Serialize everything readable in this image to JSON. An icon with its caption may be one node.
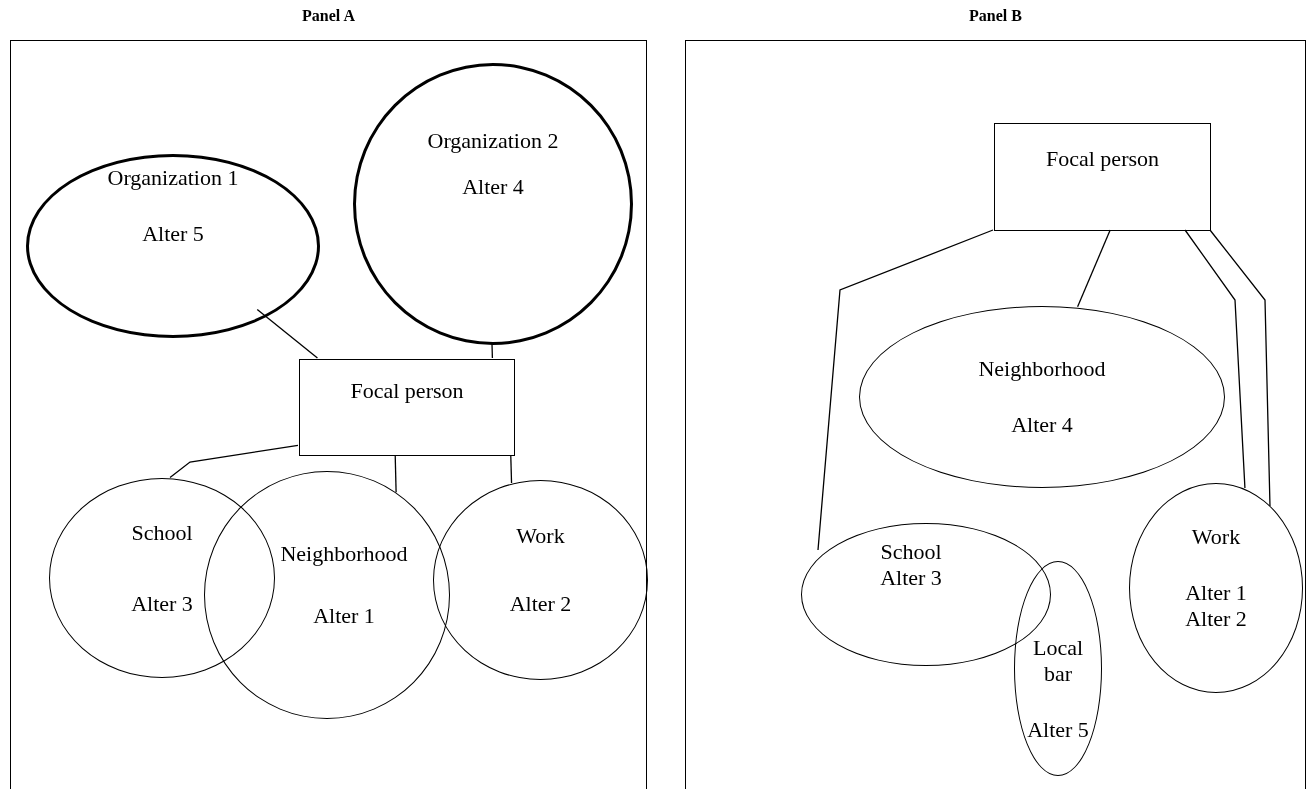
{
  "diagram": {
    "nodes": [
      {
        "text": [
          "Panel A"
        ]
      },
      {
        "text": [
          "Organization 1",
          "Alter 5"
        ],
        "in": 0
      },
      {
        "text": [
          "Organization 2",
          "Alter 4"
        ],
        "in": 0
      },
      {
        "text": [
          "Focal person"
        ],
        "in": 0
      },
      {
        "text": [
          "School",
          "Alter 3"
        ],
        "in": 0
      },
      {
        "text": [
          "Neighborhood",
          "Alter 1"
        ],
        "in": 0
      },
      {
        "text": [
          "Work",
          "Alter 2"
        ],
        "in": 0
      },
      {
        "text": [
          "Panel B"
        ]
      },
      {
        "text": [
          "Focal person"
        ],
        "in": 7
      },
      {
        "text": [
          "Neighborhood",
          "Alter 4"
        ],
        "in": 7
      },
      {
        "text": [
          "School",
          "Alter 3"
        ],
        "in": 7
      },
      {
        "text": [
          "Local bar",
          "Alter 5"
        ],
        "in": 7
      },
      {
        "text": [
          "Work",
          "Alter 1 Alter 2"
        ],
        "in": 7
      }
    ],
    "edges": [
      {
        "from": 1,
        "to": 3,
        "arrow": "none"
      },
      {
        "from": 2,
        "to": 3,
        "arrow": "none"
      },
      {
        "from": 3,
        "to": 4,
        "arrow": "none"
      },
      {
        "from": 3,
        "to": 5,
        "arrow": "none"
      },
      {
        "from": 3,
        "to": 6,
        "arrow": "none"
      },
      {
        "from": 8,
        "to": 10,
        "arrow": "none"
      },
      {
        "from": 8,
        "to": 9,
        "arrow": "none"
      },
      {
        "from": 8,
        "to": 12,
        "arrow": "none"
      },
      {
        "from": 8,
        "to": 12,
        "arrow": "none"
      }
    ]
  }
}
